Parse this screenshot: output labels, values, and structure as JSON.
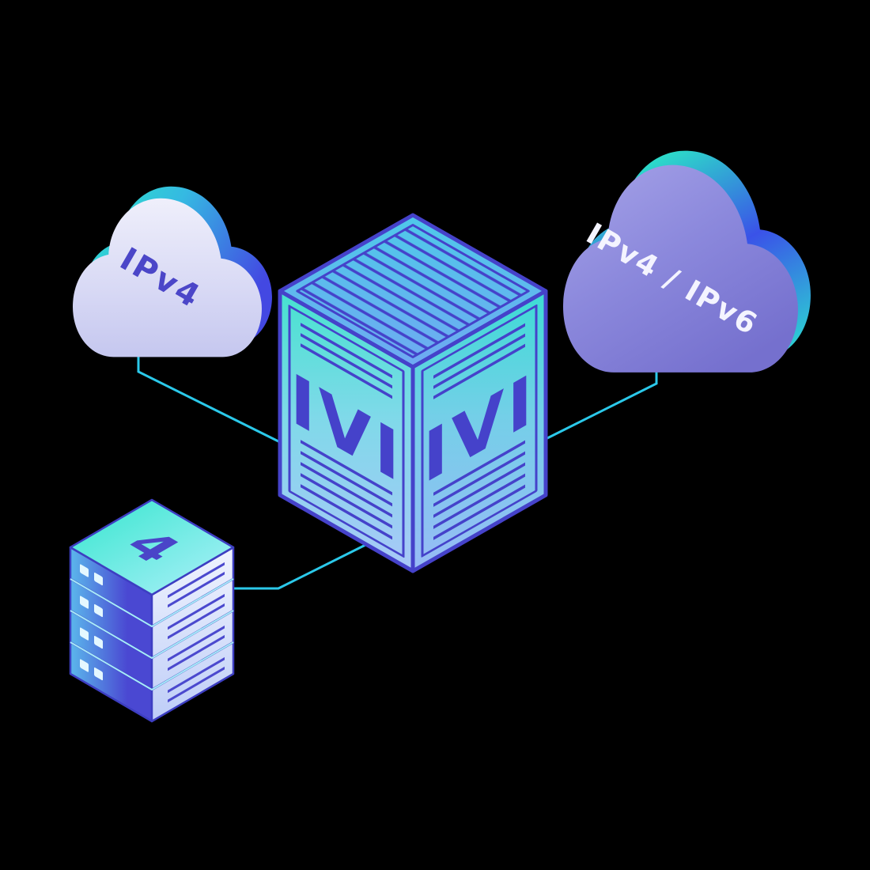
{
  "left_cloud": {
    "label": "IPv4"
  },
  "right_cloud": {
    "label": "IPv4 / IPv6"
  },
  "translator": {
    "left_face_label": "IVI",
    "right_face_label": "IVI"
  },
  "server_stack": {
    "top_label": "4"
  },
  "colors": {
    "background": "#000000",
    "connector": "#2BC9EA",
    "teal_accent": "#2BE9C6",
    "indigo_line": "#4542CA",
    "cloud_front_left": "#DCDDF6",
    "cloud_front_right": "#8B88DC",
    "cube_face_top_teal": "#46E2CF",
    "cube_face_bottom_blue": "#A9C8F8",
    "label_indigo": "#4A44C8",
    "label_white": "#F4F4FF"
  }
}
